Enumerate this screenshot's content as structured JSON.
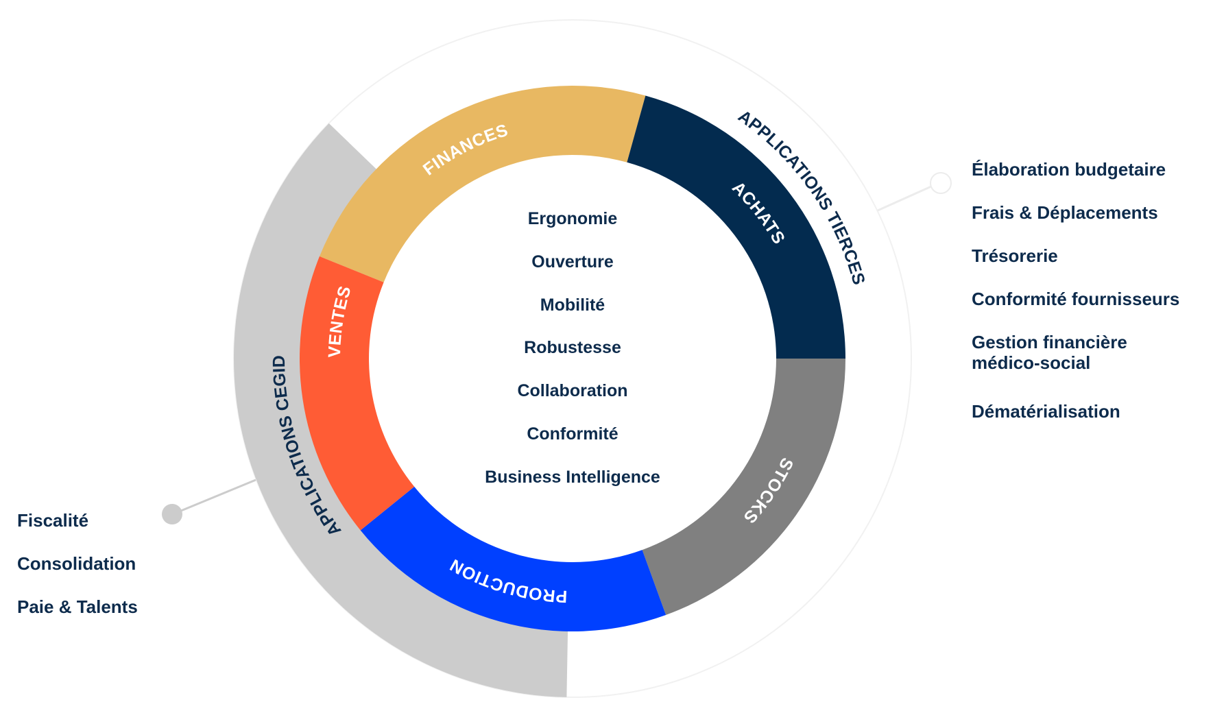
{
  "colors": {
    "finances": "#E8B862",
    "achats": "#032B4F",
    "stocks": "#808080",
    "production": "#0040FF",
    "ventes": "#FF5C35",
    "cegid_band": "#CCCCCC",
    "text": "#0D2B4C"
  },
  "segments": [
    {
      "id": "finances",
      "label": "FINANCES"
    },
    {
      "id": "achats",
      "label": "ACHATS"
    },
    {
      "id": "stocks",
      "label": "STOCKS"
    },
    {
      "id": "production",
      "label": "PRODUCTION"
    },
    {
      "id": "ventes",
      "label": "VENTES"
    }
  ],
  "bands": {
    "cegid": "APPLICATIONS CEGID",
    "tierces": "APPLICATIONS TIERCES"
  },
  "center_items": [
    "Ergonomie",
    "Ouverture",
    "Mobilité",
    "Robustesse",
    "Collaboration",
    "Conformité",
    "Business Intelligence"
  ],
  "third_party_apps": [
    "Élaboration budgetaire",
    "Frais & Déplacements",
    "Trésorerie",
    "Conformité fournisseurs",
    "Gestion financière\nmédico-social",
    "Dématérialisation"
  ],
  "cegid_apps": [
    "Fiscalité",
    "Consolidation",
    "Paie & Talents"
  ]
}
